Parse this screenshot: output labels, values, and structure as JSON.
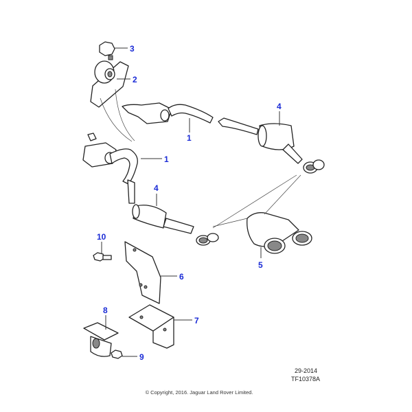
{
  "callouts": {
    "c3": "3",
    "c2": "2",
    "c1a": "1",
    "c4a": "4",
    "c1b": "1",
    "c4b": "4",
    "c5": "5",
    "c10": "10",
    "c6": "6",
    "c8": "8",
    "c7": "7",
    "c9": "9"
  },
  "reference": {
    "date": "29-2014",
    "code": "TF10378A"
  },
  "copyright": "© Copyright, 2016. Jaguar Land Rover Limited.",
  "colors": {
    "callout": "#1a2bd6"
  }
}
